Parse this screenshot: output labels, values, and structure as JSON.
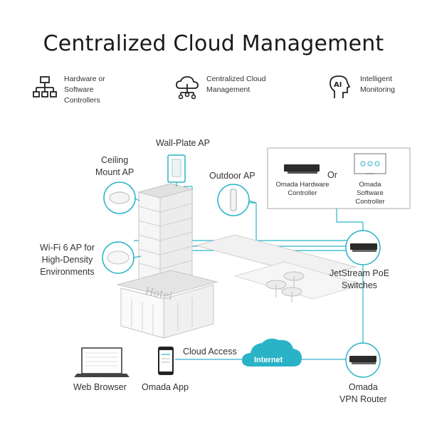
{
  "title": "Centralized Cloud Management",
  "features": [
    {
      "icon": "network-tree-icon",
      "label": "Hardware or\nSoftware\nControllers"
    },
    {
      "icon": "cloud-network-icon",
      "label": "Centralized Cloud\nManagement"
    },
    {
      "icon": "ai-monitoring-icon",
      "label": "Intelligent\nMonitoring"
    }
  ],
  "labels": {
    "wall_plate_ap": "Wall-Plate AP",
    "ceiling_mount_ap": "Ceiling\nMount AP",
    "outdoor_ap": "Outdoor AP",
    "wifi6_ap": "Wi-Fi 6 AP for\nHigh-Density\nEnvironments",
    "hardware_controller": "Omada Hardware\nController",
    "or": "Or",
    "software_controller": "Omada\nSoftware\nController",
    "jetstream": "JetStream PoE\nSwitches",
    "cloud_access": "Cloud Access",
    "internet": "Internet",
    "web_browser": "Web Browser",
    "omada_app": "Omada App",
    "vpn_router": "Omada\nVPN Router",
    "hotel_sign": "Hotel"
  },
  "colors": {
    "accent": "#2ab3c7",
    "dark": "#2b2b2b",
    "building": "#e6e6e6"
  }
}
